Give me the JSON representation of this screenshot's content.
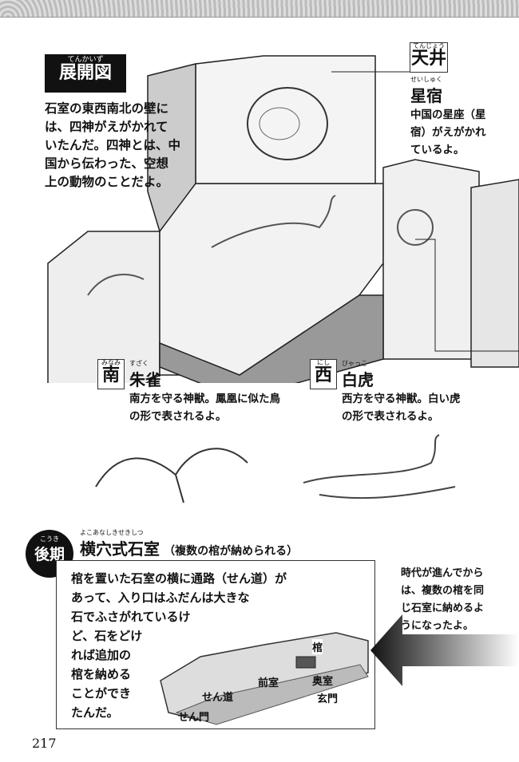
{
  "header": {
    "title": "展開図",
    "title_ruby": "てんかいず"
  },
  "intro": {
    "lines": [
      "石室の東西南北の壁に",
      "は、四神がえがかれて",
      "いたんだ。四神とは、中",
      "国から伝わった、空想",
      "上の動物のことだよ。"
    ]
  },
  "ceiling": {
    "label": "天井",
    "label_ruby": "てんじょう",
    "heading": "星宿",
    "heading_ruby": "せいしゅく",
    "lines": [
      "中国の星座（星",
      "宿）がえがかれ",
      "ているよ。"
    ]
  },
  "south": {
    "direction": "南",
    "direction_ruby": "みなみ",
    "heading": "朱雀",
    "heading_ruby": "すざく",
    "lines": [
      "南方を守る神獣。鳳凰に似た鳥",
      "の形で表されるよ。"
    ]
  },
  "west": {
    "direction": "西",
    "direction_ruby": "にし",
    "heading": "白虎",
    "heading_ruby": "びゃっこ",
    "lines": [
      "西方を守る神獣。白い虎",
      "の形で表されるよ。"
    ]
  },
  "late": {
    "badge": "後期",
    "badge_ruby": "こうき",
    "heading": "横穴式石室",
    "heading_ruby": "よこあなしきせきしつ",
    "subheading": "（複数の棺が納められる）",
    "lines": [
      "棺を置いた石室の横に通路（せん道）が",
      "あって、入り口はふだんは大きな",
      "石でふさがれているけ",
      "ど、石をどけ",
      "れば追加の",
      "棺を納める",
      "ことができ",
      "たんだ。"
    ],
    "diagram_labels": {
      "coffin": "棺",
      "front_room": "前室",
      "back_room": "奥室",
      "passage": "せん道",
      "gate": "玄門",
      "entrance": "せん門"
    }
  },
  "side_note": {
    "lines": [
      "時代が進んでから",
      "は、複数の棺を同",
      "じ石室に納めるよ",
      "うになったよ。"
    ]
  },
  "page_number": "217"
}
